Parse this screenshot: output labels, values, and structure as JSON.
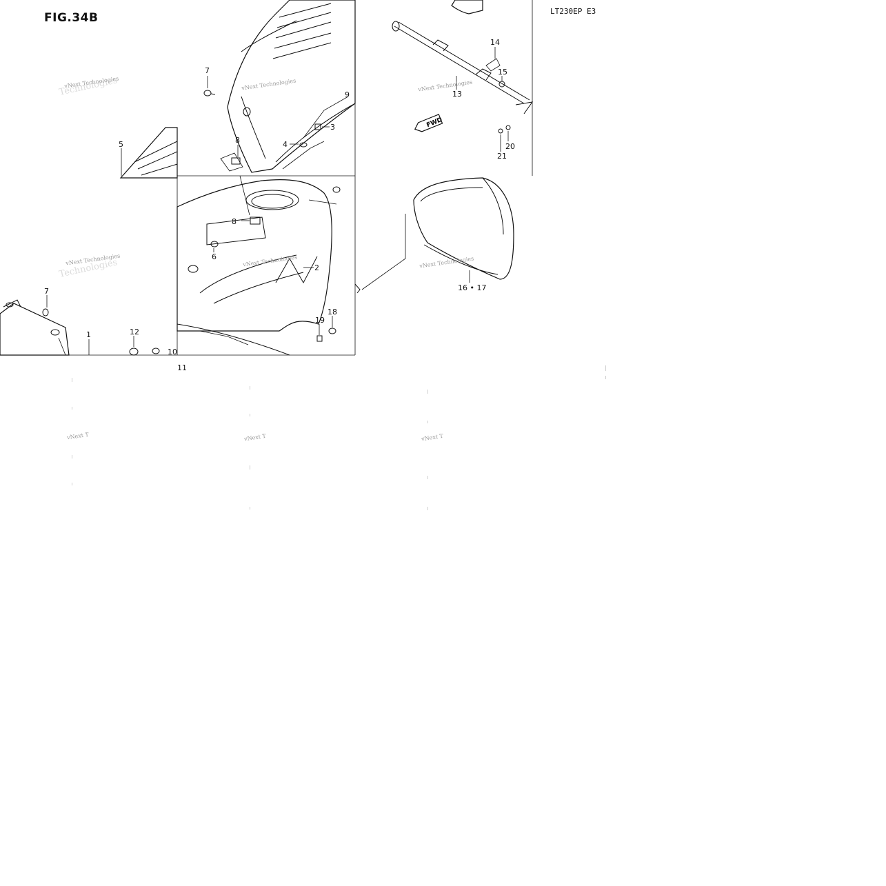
{
  "header": {
    "figure_label": "FIG.34B",
    "model_code": "LT230EP  E3"
  },
  "watermarks": [
    {
      "text": "vNext Technologies"
    },
    {
      "text": "vNext Technologies"
    },
    {
      "text": "vNext Technologies"
    },
    {
      "text": "vNext Technologies"
    },
    {
      "text": "vNext Technologies"
    },
    {
      "text": "vNext Technologies"
    }
  ],
  "watermarks_partial": [
    {
      "text": "vNext T"
    },
    {
      "text": "vNext T"
    },
    {
      "text": "vNext T"
    }
  ],
  "callouts": {
    "c1": "1",
    "c2": "2",
    "c3": "3",
    "c4": "4",
    "c5": "5",
    "c6": "6",
    "c7a": "7",
    "c7b": "7",
    "c8a": "8",
    "c8b": "8",
    "c9": "9",
    "c10": "10",
    "c11": "11",
    "c12": "12",
    "c13": "13",
    "c14": "14",
    "c15": "15",
    "c16_17": "16 • 17",
    "c18": "18",
    "c19": "19",
    "c20": "20",
    "c21": "21"
  },
  "fwd_badge": "FWD"
}
